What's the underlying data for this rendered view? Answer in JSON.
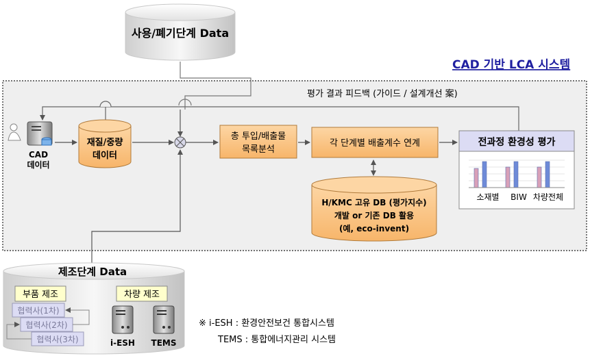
{
  "system_title": "CAD 기반 LCA 시스템",
  "usage_db": "사용/폐기단계 Data",
  "feedback": "평가 결과 피드백 (가이드 / 설계개선 案)",
  "cad": {
    "line1": "CAD",
    "line2": "데이터"
  },
  "material": {
    "line1": "재질/중량",
    "line2": "데이터"
  },
  "inventory": {
    "line1": "총 투입/배출물",
    "line2": "목록분석"
  },
  "link": "각 단계별 배출계수 연계",
  "assessment": {
    "title": "전과정 환경성 평가",
    "labels": [
      "소재별",
      "BIW",
      "차량전체"
    ]
  },
  "db": {
    "line1": "H/KMC 고유 DB (평가지수)",
    "line2": "개발 or 기존 DB 활용",
    "line3": "(예, eco-invent)"
  },
  "manufacturing": {
    "title": "제조단계 Data",
    "parts": "부품 제조",
    "vehicle": "차량 제조",
    "suppliers": [
      "협력사(1차)",
      "협력사(2차)",
      "협력사(3차)"
    ],
    "servers": [
      "i-ESH",
      "TEMS"
    ]
  },
  "notes": [
    "※ i-ESH : 환경안전보건 통합시스템",
    "TEMS : 통합에너지관리 시스템"
  ],
  "colors": {
    "orange": "#fbc78a",
    "accent_title": "#1f1fa0",
    "lavender": "#dcdcf4",
    "bar_blue": "#6e8bd8",
    "bar_pink": "#d8a0b8"
  }
}
